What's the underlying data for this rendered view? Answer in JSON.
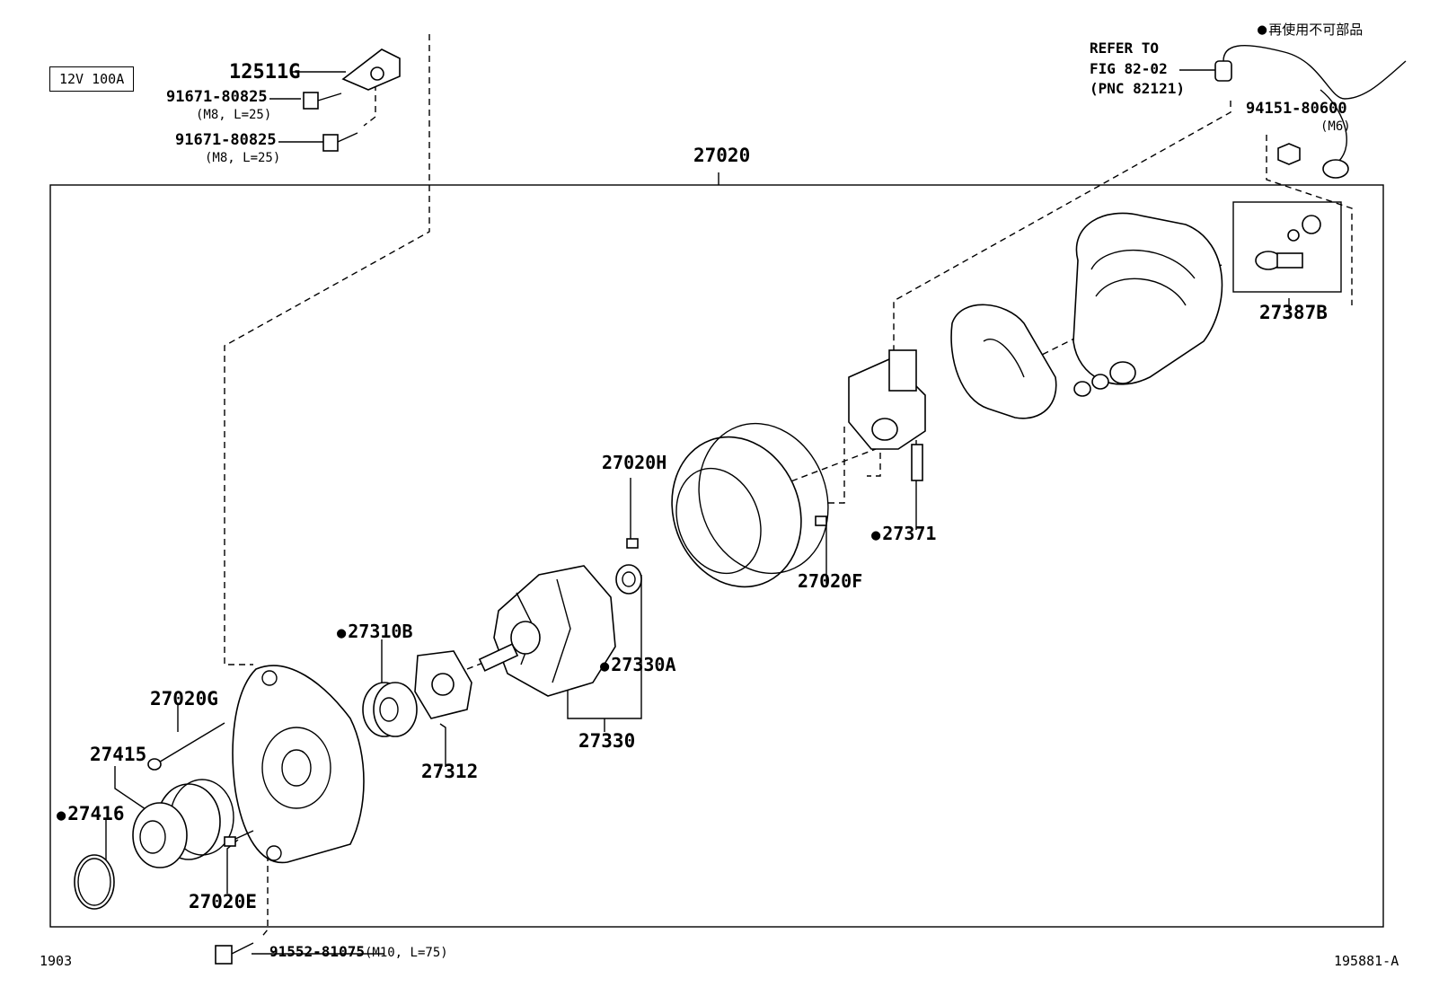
{
  "header": {
    "spec": "12V 100A",
    "legend": "再使用不可部品",
    "refer": [
      "REFER TO",
      "FIG 82-02",
      "(PNC 82121)"
    ]
  },
  "footer": {
    "left_code": "1903",
    "right_code": "195881-A"
  },
  "labels": {
    "p12511G": "12511G",
    "p91671a": "91671-80825",
    "p91671a_spec": "(M8, L=25)",
    "p91671b": "91671-80825",
    "p91671b_spec": "(M8, L=25)",
    "p27020": "27020",
    "p94151": "94151-80600",
    "p94151_spec": "(M6)",
    "p27387B": "27387B",
    "p27020H": "27020H",
    "p27371": "27371",
    "p27020F": "27020F",
    "p27310B": "27310B",
    "p27330A": "27330A",
    "p27330": "27330",
    "p27312": "27312",
    "p27020G": "27020G",
    "p27415": "27415",
    "p27416": "27416",
    "p27020E": "27020E",
    "p91552": "91552-81075",
    "p91552_spec": "(M10, L=75)"
  }
}
